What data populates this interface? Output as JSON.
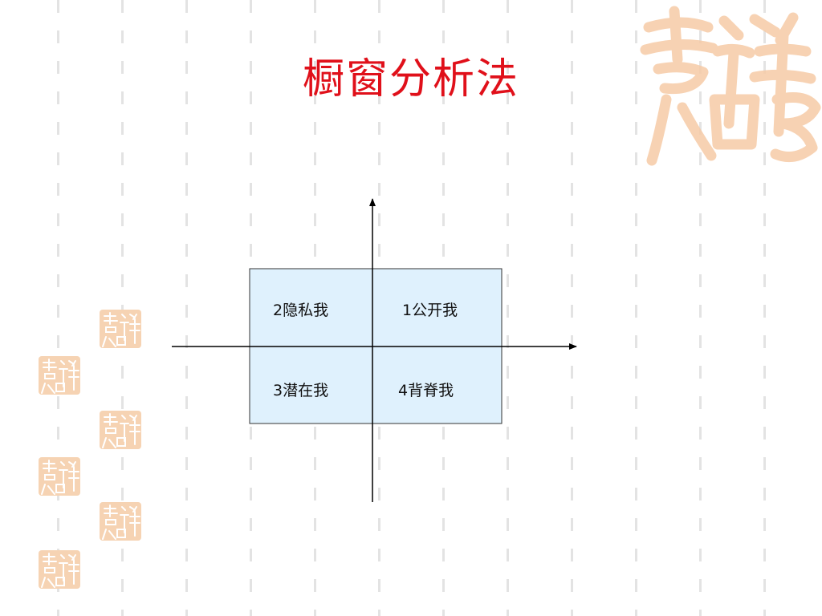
{
  "slide": {
    "title": "橱窗分析法"
  },
  "diagram": {
    "quadrants": [
      {
        "label": "2隐私我",
        "position": "top-left"
      },
      {
        "label": "1公开我",
        "position": "top-right"
      },
      {
        "label": "3潜在我",
        "position": "bottom-left"
      },
      {
        "label": "4背脊我",
        "position": "bottom-right"
      }
    ],
    "box_fill": "#dff1fd",
    "axis_color": "#000000"
  },
  "decoration": {
    "seal_text": "吉祥如意",
    "seal_color": "#f6d3b3",
    "title_color": "#e0101a"
  }
}
